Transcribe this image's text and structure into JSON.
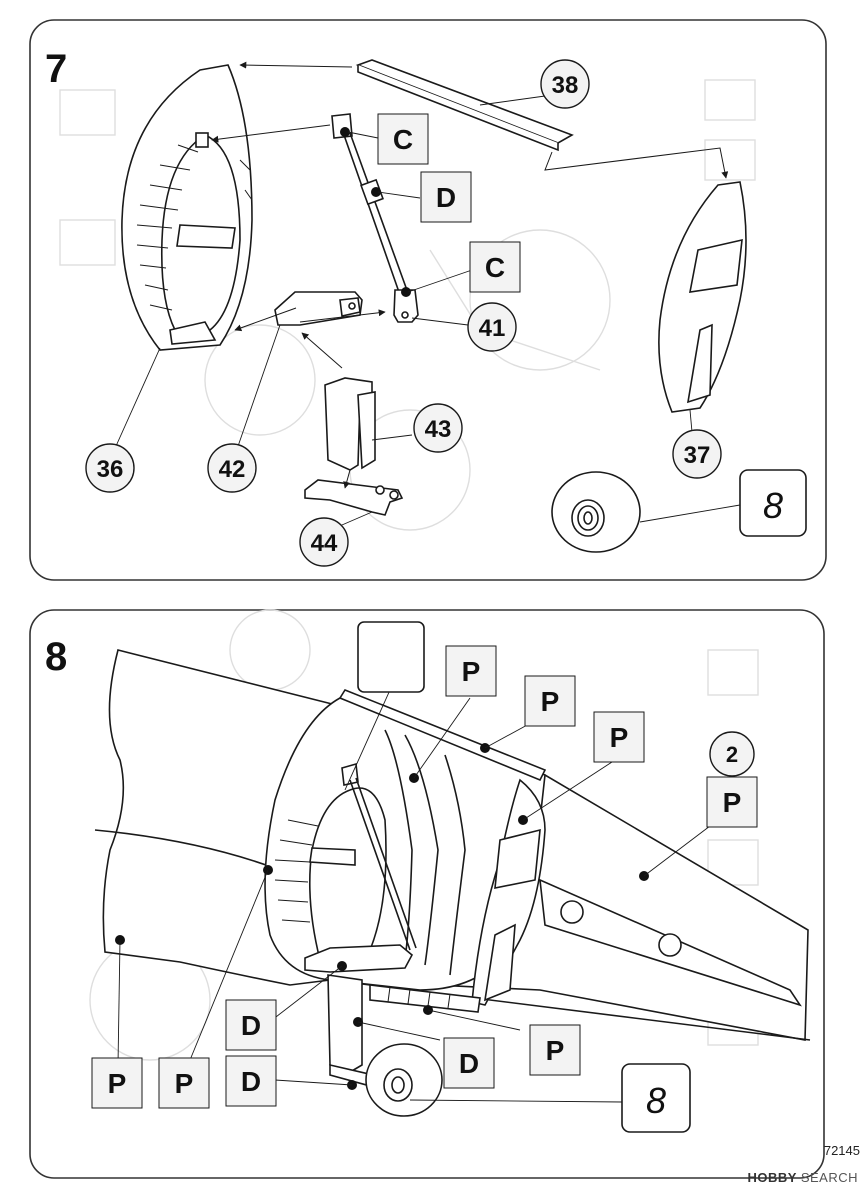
{
  "steps": [
    {
      "number": "7",
      "callouts": {
        "p38": "38",
        "p36": "36",
        "p42": "42",
        "p41": "41",
        "p43": "43",
        "p44": "44",
        "p37": "37"
      },
      "paint_codes": {
        "c1": "C",
        "d1": "D",
        "c2": "C"
      },
      "step_ref": "8"
    },
    {
      "number": "8",
      "paint_codes": {
        "p_top": "P",
        "p_mid": "P",
        "p_right": "P",
        "p_2": "P",
        "p_bl1": "P",
        "p_bl2": "P",
        "p_br": "P",
        "d_upper": "D",
        "d_lower": "D",
        "d_right": "D"
      },
      "callouts": {
        "p2": "2"
      },
      "step_ref": "8"
    }
  ],
  "footer": {
    "code": "72145",
    "brand": "HOBBY",
    "brand_suffix": "SEARCH"
  },
  "colors": {
    "line": "#1a1a1a",
    "frame": "#333333",
    "label_fill": "#f3f3f3",
    "ghost": "#dedede"
  }
}
